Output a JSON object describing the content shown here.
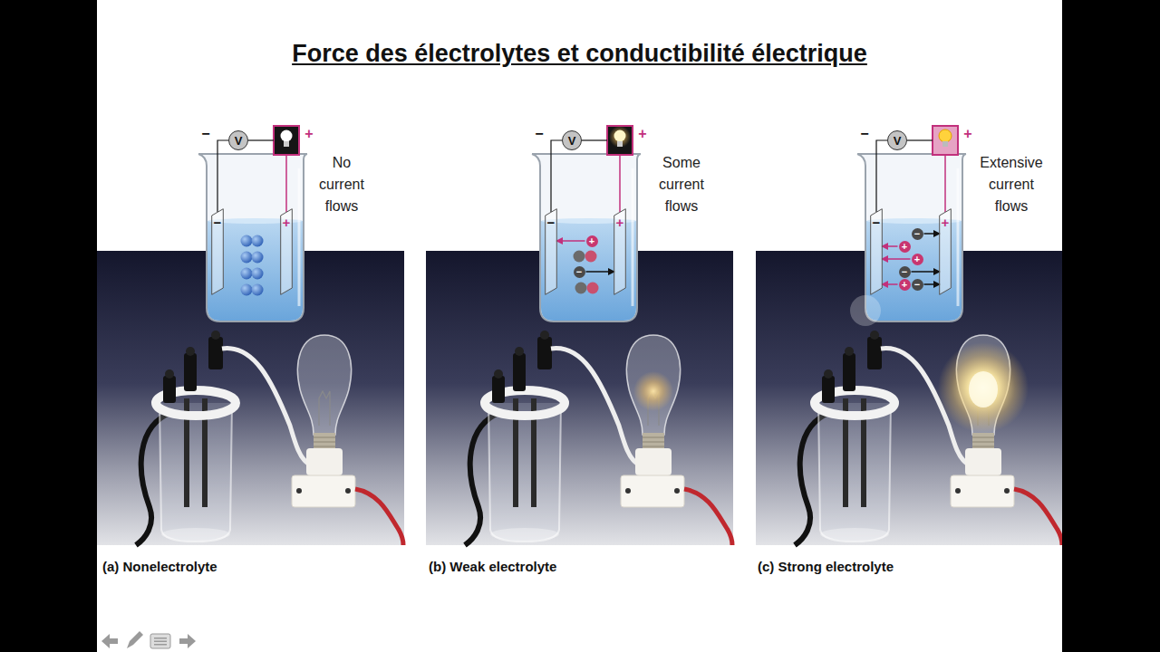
{
  "diagram": {
    "title": "Force des électrolytes et conductibilité électrique",
    "nodes": [
      {
        "text": [
          "V"
        ]
      },
      {
        "text": [
          "−"
        ]
      },
      {
        "text": [
          "+"
        ]
      },
      {
        "text": [
          "V"
        ]
      },
      {
        "text": [
          "−"
        ]
      },
      {
        "text": [
          "+"
        ]
      },
      {
        "text": [
          "+"
        ]
      },
      {
        "text": [
          "−"
        ]
      },
      {
        "text": [
          "V"
        ]
      },
      {
        "text": [
          "−"
        ]
      },
      {
        "text": [
          "+"
        ]
      },
      {
        "text": [
          "−"
        ]
      },
      {
        "text": [
          "+"
        ]
      },
      {
        "text": [
          "+"
        ]
      },
      {
        "text": [
          "−"
        ]
      },
      {
        "text": [
          "−"
        ]
      },
      {
        "text": [
          "+"
        ]
      }
    ],
    "edges": [
      {
        "from": 0,
        "to": 1,
        "arrow": "none"
      },
      {
        "from": 3,
        "to": 4,
        "arrow": "none"
      },
      {
        "from": 6,
        "to": 4,
        "arrow": "to"
      },
      {
        "from": 7,
        "to": 5,
        "arrow": "to"
      },
      {
        "from": 8,
        "to": 9,
        "arrow": "none"
      },
      {
        "from": 11,
        "to": 10,
        "arrow": "to"
      },
      {
        "from": 12,
        "to": 9,
        "arrow": "to"
      },
      {
        "from": 13,
        "to": 9,
        "arrow": "to"
      },
      {
        "from": 14,
        "to": 10,
        "arrow": "to"
      },
      {
        "from": 15,
        "to": 10,
        "arrow": "to"
      },
      {
        "from": 16,
        "to": 9,
        "arrow": "to"
      }
    ],
    "labels": [
      "−",
      "+",
      "No current flows",
      "−",
      "+",
      "Some current flows",
      "−",
      "+",
      "Extensive current flows",
      "(a) Nonelectrolyte",
      "(b) Weak electrolyte",
      "(c) Strong electrolyte"
    ]
  }
}
